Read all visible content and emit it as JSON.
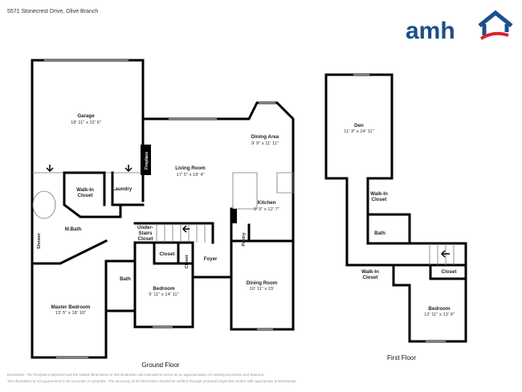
{
  "header": {
    "address": "5571 Stonecrest Drive, Olive Branch"
  },
  "logo": {
    "text": "amh",
    "colors": {
      "blue": "#1b4f8a",
      "red": "#d9232e"
    }
  },
  "ground_floor": {
    "label": "Ground Floor",
    "rooms": {
      "garage": {
        "name": "Garage",
        "dims": "18' 11\" x 22' 6\""
      },
      "living": {
        "name": "Living Room",
        "dims": "17' 5\" x 18' 4\""
      },
      "dining_area": {
        "name": "Dining Area",
        "dims": "9' 9\" x 11' 11\""
      },
      "kitchen": {
        "name": "Kitchen",
        "dims": "9' 9\" x 12' 7\""
      },
      "fireplace": {
        "name": "Fireplace"
      },
      "walkin": {
        "name_1": "Walk-In",
        "name_2": "Closet"
      },
      "laundry": {
        "name": "Laundry"
      },
      "mbath": {
        "name": "M.Bath"
      },
      "shower": {
        "name": "Shower"
      },
      "understairs": {
        "name_1": "Under-",
        "name_2": "Stairs",
        "name_3": "Closet"
      },
      "pantry": {
        "name": "Pantry"
      },
      "closet1": {
        "name": "Closet"
      },
      "closet2": {
        "name": "Closet"
      },
      "foyer": {
        "name": "Foyer"
      },
      "bath": {
        "name": "Bath"
      },
      "bedroom": {
        "name": "Bedroom",
        "dims": "9' 11\" x 14' 11\""
      },
      "dining_room": {
        "name": "Dining Room",
        "dims": "10' 11\" x 15'"
      },
      "master": {
        "name": "Master Bedroom",
        "dims": "13' 5\" x 18' 10\""
      }
    }
  },
  "first_floor": {
    "label": "First Floor",
    "rooms": {
      "den": {
        "name": "Den",
        "dims": "11' 3\" x 24' 11\""
      },
      "walkin1": {
        "name_1": "Walk-In",
        "name_2": "Closet"
      },
      "bath": {
        "name": "Bath"
      },
      "walkin2": {
        "name_1": "Walk-In",
        "name_2": "Closet"
      },
      "closet": {
        "name": "Closet"
      },
      "bedroom": {
        "name": "Bedroom",
        "dims": "12' 11\" x 13' 9\""
      }
    }
  },
  "disclaimer": {
    "line1": "Disclaimer: The floorplans depicted and the stated dimensions in this illustration are intended to serve as an approximation of existing structures and features.",
    "line2": "This illustration is not guaranteed to be accurate or complete. The accuracy of all information should be verified through personal inspection and/or with appropriate professionals."
  }
}
